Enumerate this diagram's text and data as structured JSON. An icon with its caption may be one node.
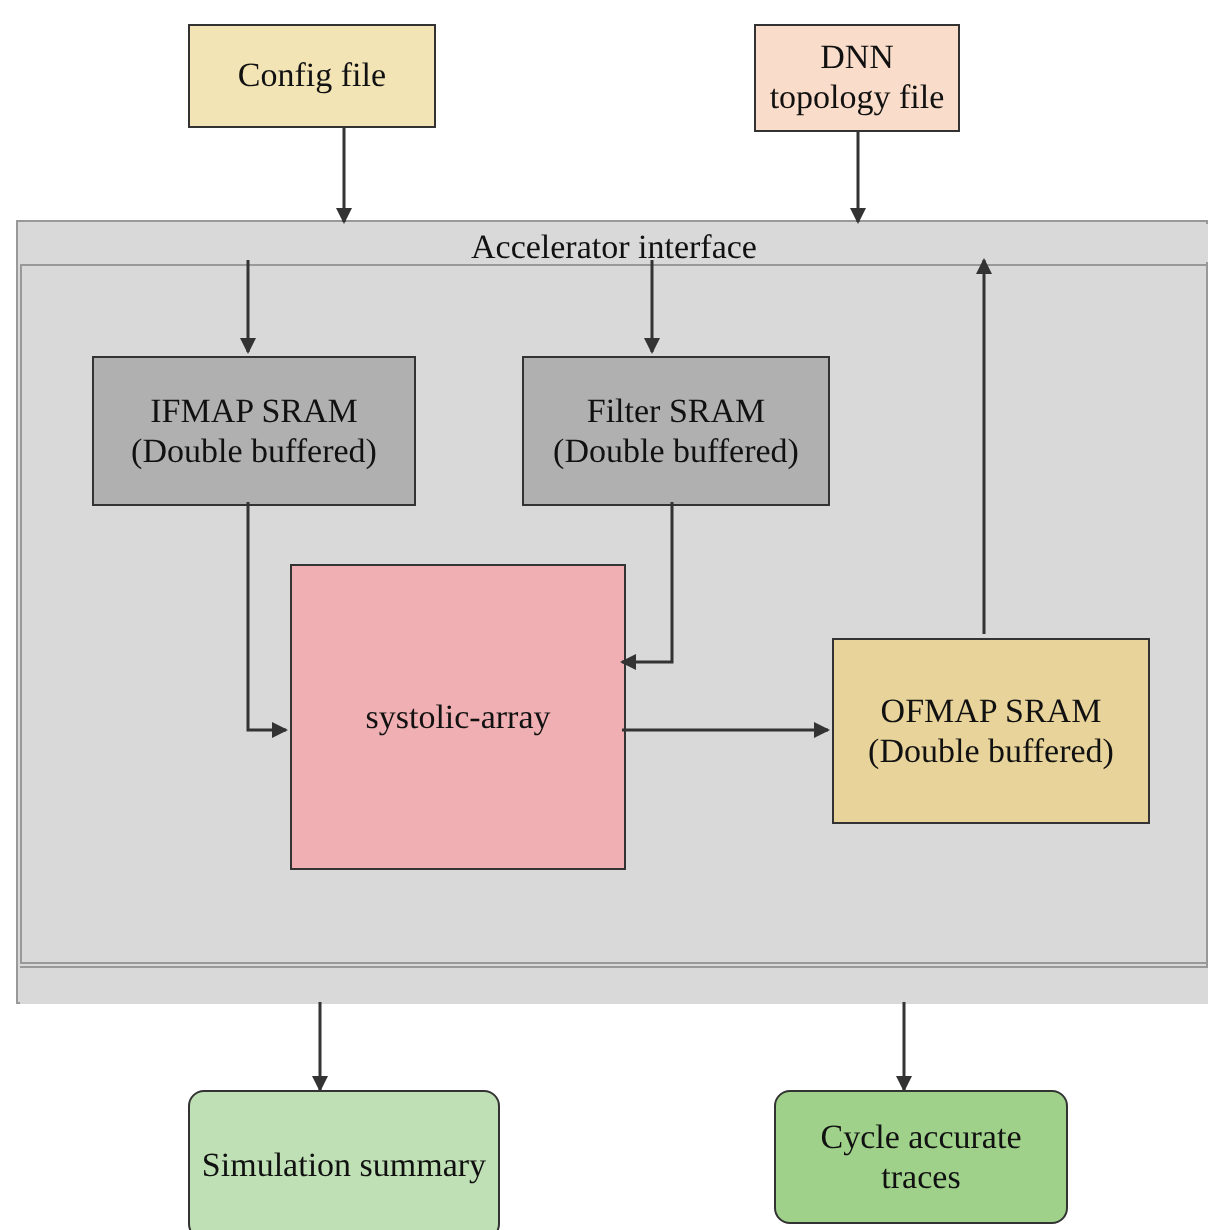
{
  "diagram": {
    "nodes": [
      {
        "text": [
          "Config file"
        ]
      },
      {
        "text": [
          "DNN topology file"
        ]
      },
      {
        "text": [],
        "shape": "box"
      },
      {
        "text": [
          "Accelerator interface"
        ],
        "in": 2
      },
      {
        "text": [],
        "shape": "box",
        "in": 2
      },
      {
        "text": [
          "IFMAP SRAM (Double buffered)"
        ],
        "in": 4
      },
      {
        "text": [
          "Filter SRAM (Double buffered)"
        ],
        "in": 4
      },
      {
        "text": [
          "systolic-array"
        ],
        "in": 4
      },
      {
        "text": [
          "OFMAP SRAM (Double buffered)"
        ],
        "in": 4
      },
      {
        "text": [],
        "shape": "bar",
        "in": 2
      },
      {
        "text": [
          "Simulation summary"
        ]
      },
      {
        "text": [
          "Cycle accurate traces"
        ]
      }
    ],
    "edges": [
      {
        "from": 0,
        "to": 3,
        "arrow": "to"
      },
      {
        "from": 1,
        "to": 3,
        "arrow": "to"
      },
      {
        "from": 3,
        "to": 5,
        "arrow": "to"
      },
      {
        "from": 3,
        "to": 6,
        "arrow": "to"
      },
      {
        "from": 8,
        "to": 3,
        "arrow": "to"
      },
      {
        "from": 5,
        "to": 7,
        "arrow": "to"
      },
      {
        "from": 6,
        "to": 7,
        "arrow": "to"
      },
      {
        "from": 7,
        "to": 8,
        "arrow": "to"
      },
      {
        "from": 9,
        "to": 10,
        "arrow": "to"
      },
      {
        "from": 9,
        "to": 11,
        "arrow": "to"
      }
    ]
  }
}
